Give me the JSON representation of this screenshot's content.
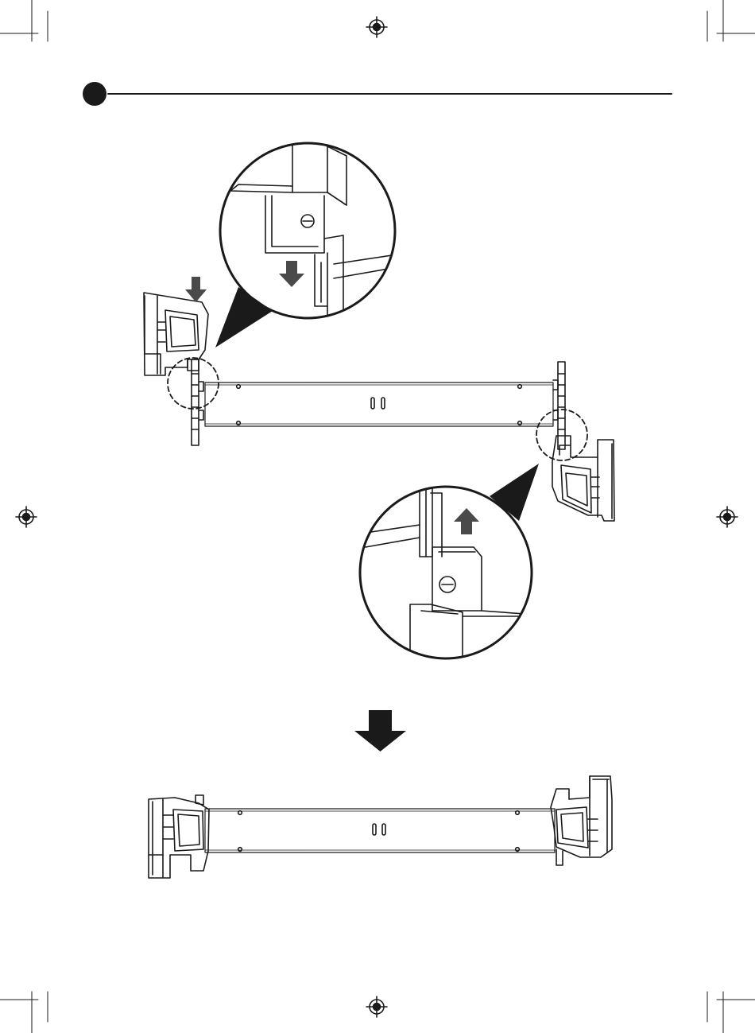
{
  "page": {
    "type": "assembly-instruction-page",
    "step_number": "",
    "colors": {
      "ink": "#1a1a1a",
      "arrow_fill": "#4a4a4a",
      "highlight_dash": "#1a1a1a",
      "background": "#ffffff"
    }
  },
  "icons": {
    "step_marker": "filled-circle",
    "registration": "crosshair-target",
    "down_arrow": "arrow-down",
    "up_arrow": "arrow-up",
    "result_arrow": "large-arrow-down"
  }
}
